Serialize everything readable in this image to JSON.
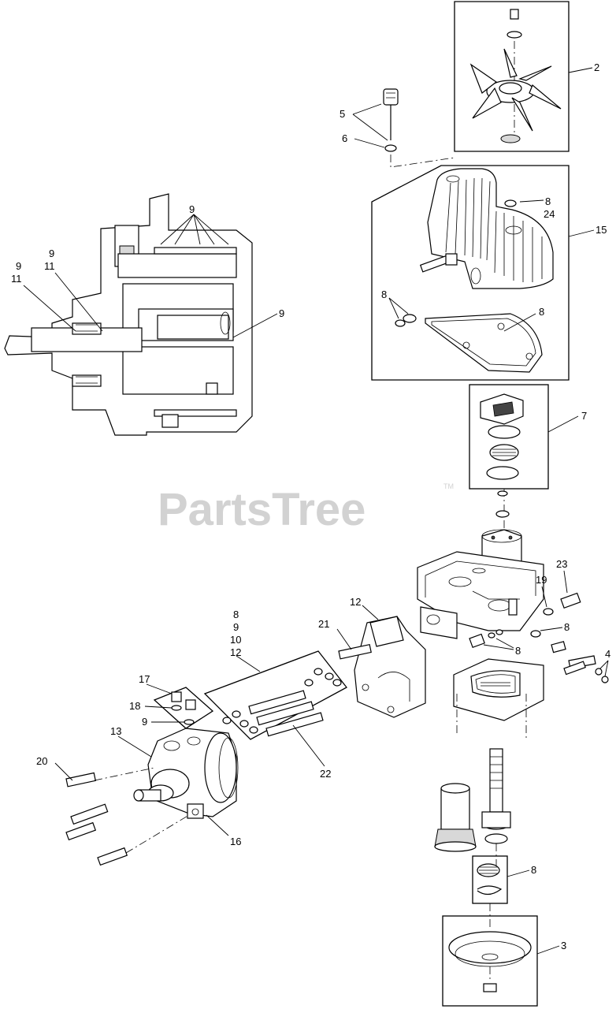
{
  "watermark": {
    "text": "PartsTree",
    "trademark": "TM"
  },
  "callouts": {
    "c2": "2",
    "c5": "5",
    "c6": "6",
    "c8_top": "8",
    "c24": "24",
    "c15": "15",
    "c8_left_gasket": "8",
    "c8_right_gasket": "8",
    "c7": "7",
    "c9_top": "9",
    "c9_a": "9",
    "c11_a": "11",
    "c9_b": "9",
    "c11_b": "11",
    "c9_right": "9",
    "c23": "23",
    "c19": "19",
    "c8_19": "8",
    "c8_body": "8",
    "c4": "4",
    "c12": "12",
    "c21": "21",
    "c8_stack": "8",
    "c9_stack": "9",
    "c10_stack": "10",
    "c12_stack": "12",
    "c17": "17",
    "c18": "18",
    "c9_small": "9",
    "c13": "13",
    "c22": "22",
    "c20": "20",
    "c16": "16",
    "c8_bearing": "8",
    "c3": "3"
  }
}
